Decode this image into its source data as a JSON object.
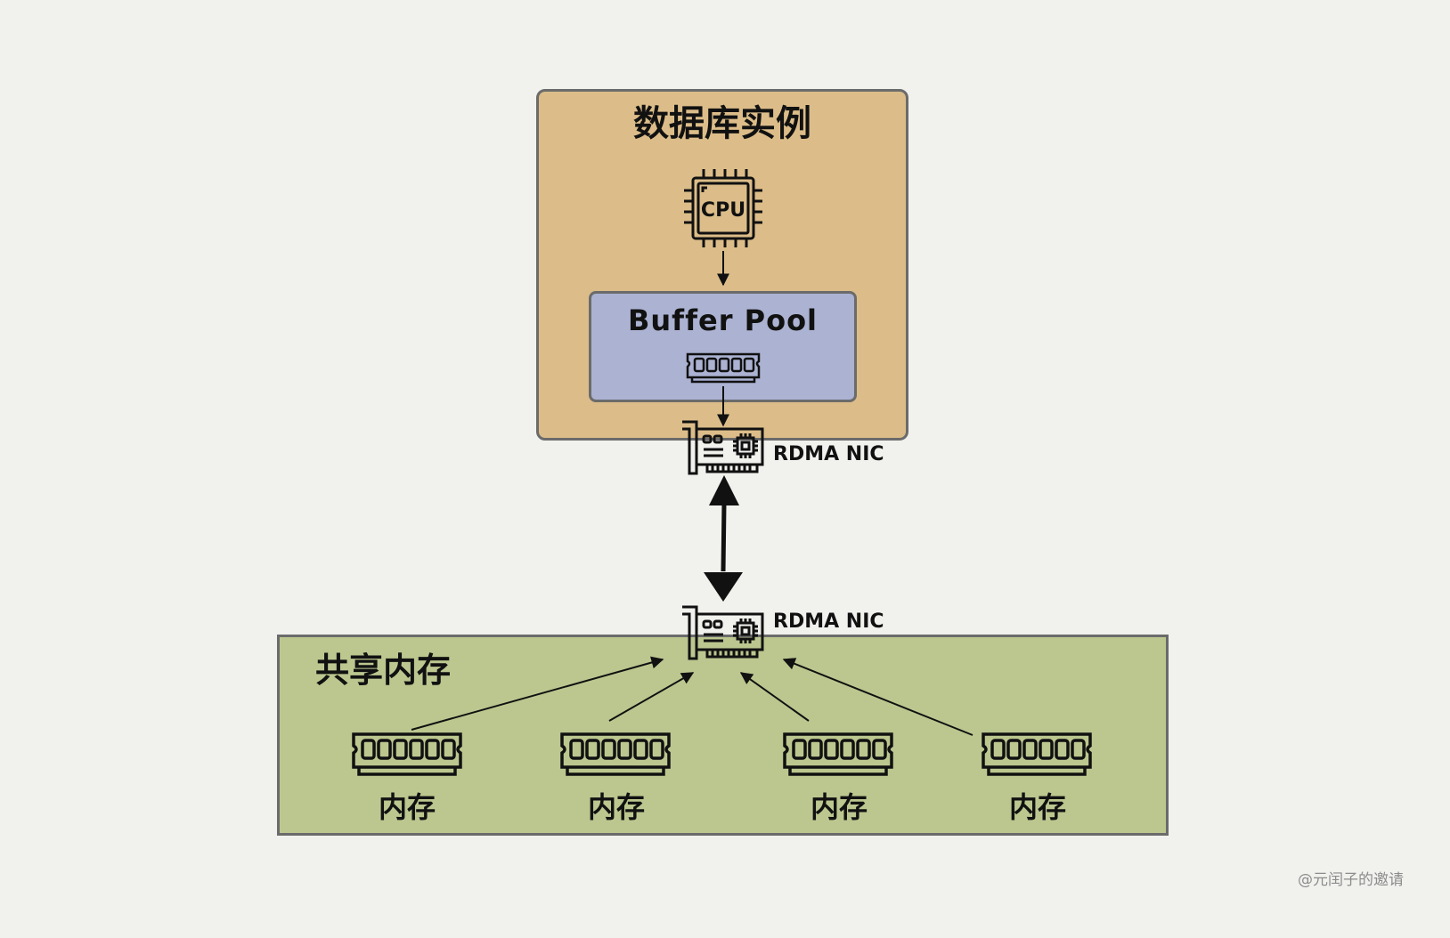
{
  "diagram": {
    "database_instance": {
      "title": "数据库实例"
    },
    "cpu": {
      "label": "CPU"
    },
    "buffer_pool": {
      "title": "Buffer Pool"
    },
    "nic_top": {
      "label": "RDMA NIC"
    },
    "nic_bottom": {
      "label": "RDMA NIC"
    },
    "shared_memory": {
      "title": "共享内存",
      "modules": [
        {
          "label": "内存"
        },
        {
          "label": "内存"
        },
        {
          "label": "内存"
        },
        {
          "label": "内存"
        }
      ]
    },
    "watermark": "@元闰子的邀请"
  },
  "colors": {
    "background": "#f1f1ee",
    "database_instance": "#dcbd89",
    "buffer_pool": "#abb2d2",
    "shared_memory": "#bbc78f",
    "stroke": "#111111"
  },
  "icons": [
    "cpu-chip-icon",
    "ram-module-icon",
    "network-card-icon"
  ]
}
